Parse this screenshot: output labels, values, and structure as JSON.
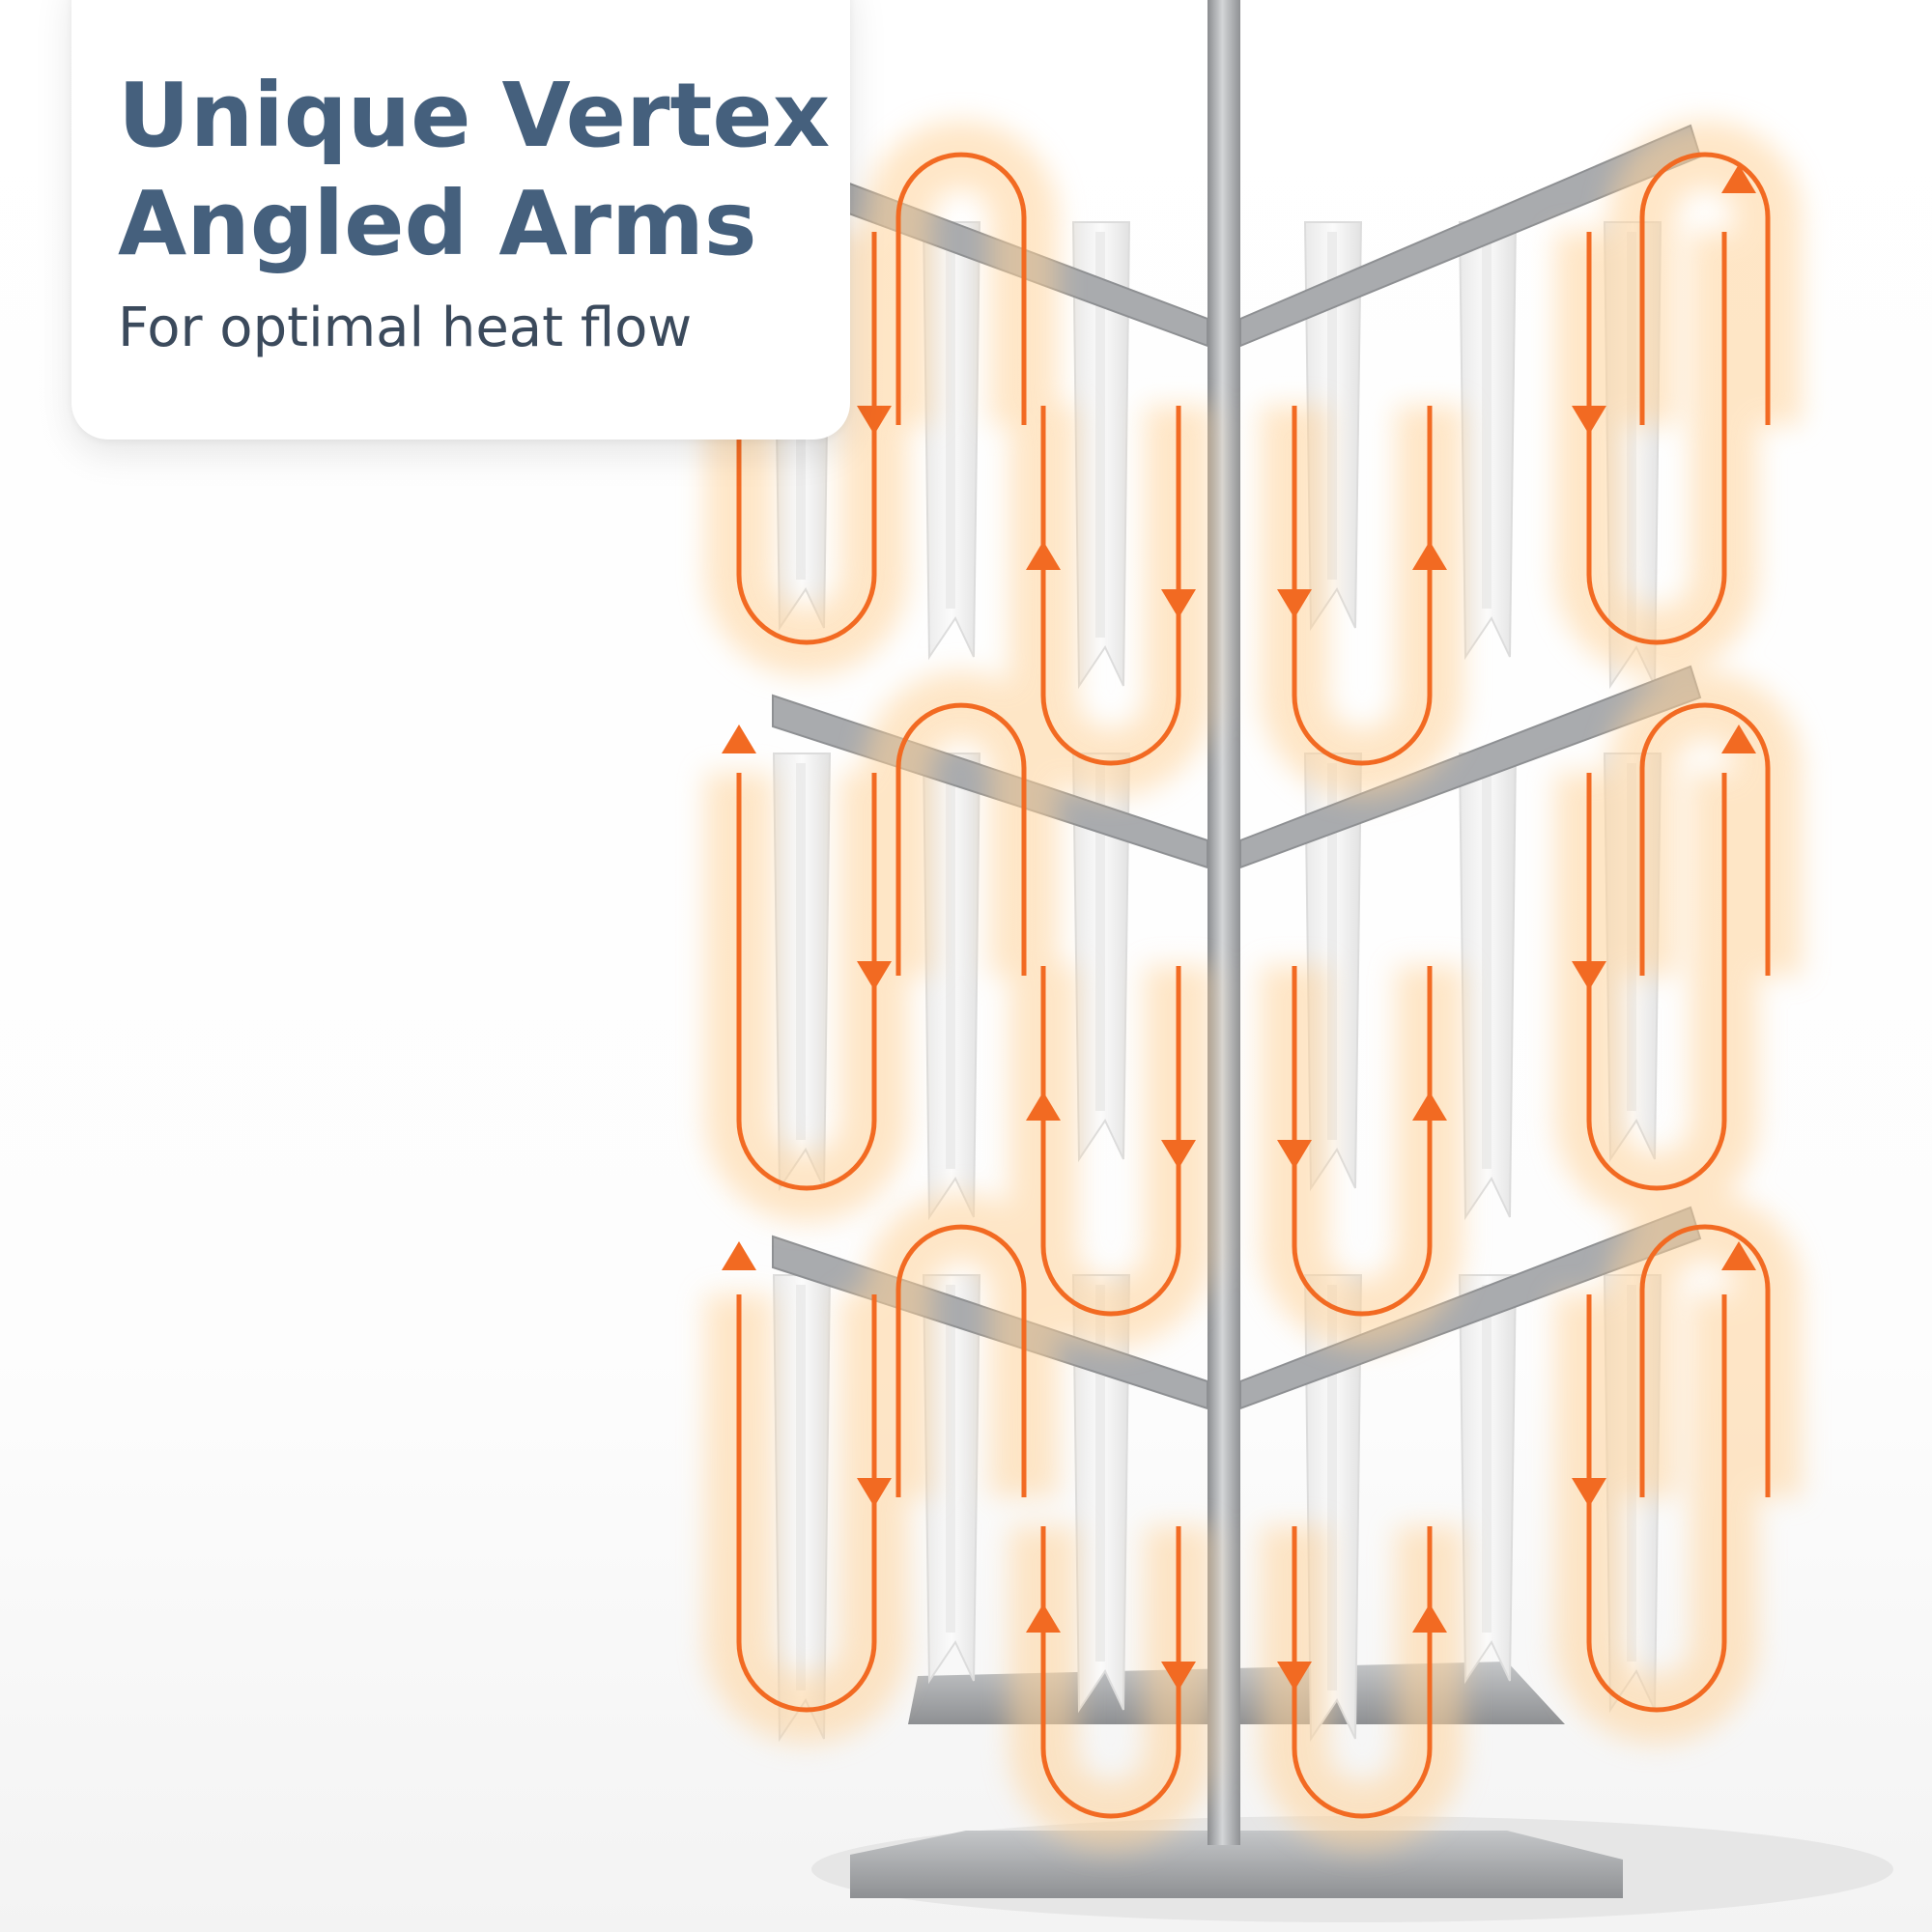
{
  "callout": {
    "title_line_1": "Unique Vertex",
    "title_line_2": "Angled Arms",
    "subtitle": "For optimal heat flow"
  },
  "colors": {
    "title": "#45607d",
    "subtitle": "#3b4a5c",
    "flow_arrow": "#f26a22",
    "glow": "#ffd39a",
    "frame": "#a9abae",
    "clothes": "#f4f4f4"
  },
  "scene": {
    "subject": "rack-with-hanging-clothes",
    "arrow_icon": "flow-arrow-icon"
  }
}
